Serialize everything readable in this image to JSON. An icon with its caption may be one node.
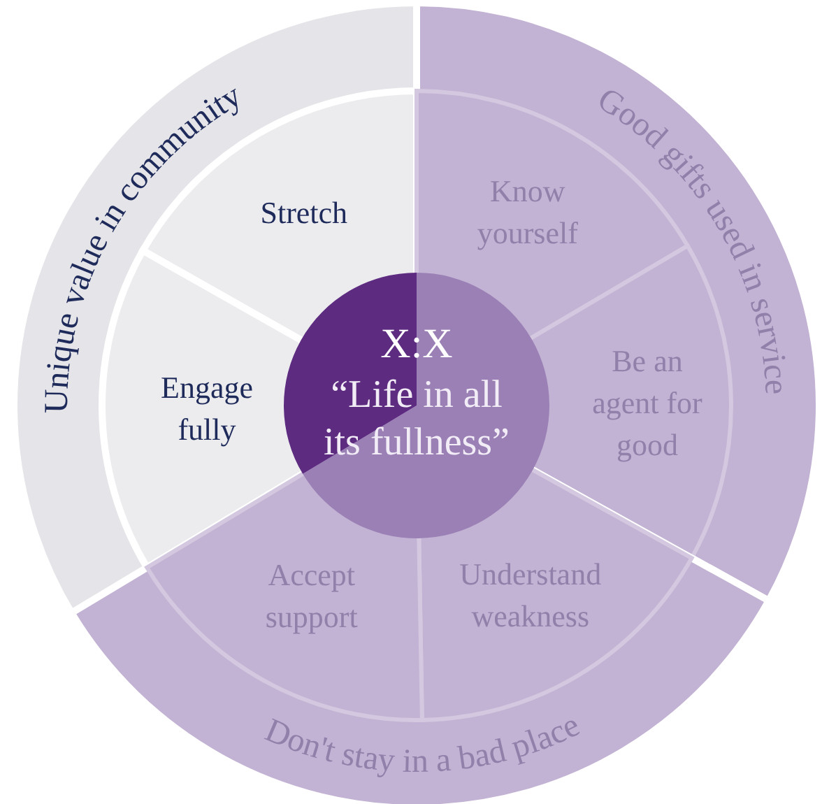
{
  "diagram": {
    "nodes": [
      {
        "text": [
          "Unique value in community"
        ]
      },
      {
        "text": [
          "Stretch"
        ],
        "in": 0
      },
      {
        "text": [
          "Engage fully"
        ],
        "in": 0
      },
      {
        "text": [
          "Good gifts used in service"
        ]
      },
      {
        "text": [
          "Know yourself"
        ],
        "in": 3
      },
      {
        "text": [
          "Be an agent for good"
        ],
        "in": 3
      },
      {
        "text": [
          "Don't stay in a bad place"
        ]
      },
      {
        "text": [
          "Understand weakness"
        ],
        "in": 6
      },
      {
        "text": [
          "Accept support"
        ],
        "in": 6
      },
      {
        "text": [
          "X:X",
          "“Life in all its fullness”"
        ]
      }
    ],
    "edges": []
  }
}
